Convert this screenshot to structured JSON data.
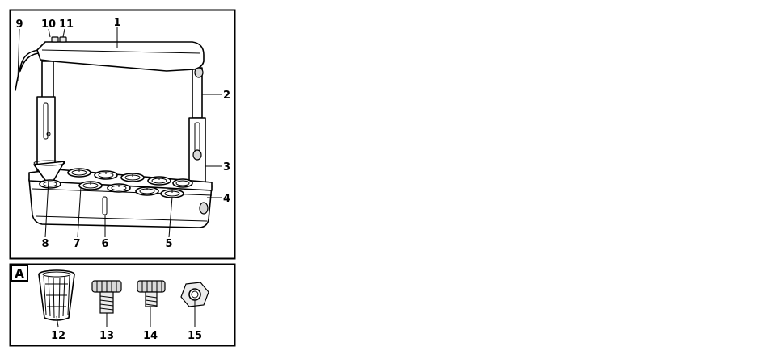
{
  "main_panel": {
    "callouts": [
      {
        "id": "c1",
        "text": "1"
      },
      {
        "id": "c2",
        "text": "2"
      },
      {
        "id": "c3",
        "text": "3"
      },
      {
        "id": "c4",
        "text": "4"
      },
      {
        "id": "c5",
        "text": "5"
      },
      {
        "id": "c6",
        "text": "6"
      },
      {
        "id": "c7",
        "text": "7"
      },
      {
        "id": "c8",
        "text": "8"
      },
      {
        "id": "c9",
        "text": "9"
      },
      {
        "id": "c10",
        "text": "10"
      },
      {
        "id": "c11",
        "text": "11"
      }
    ]
  },
  "accessory_panel": {
    "label": "A",
    "callouts": [
      {
        "id": "c12",
        "text": "12"
      },
      {
        "id": "c13",
        "text": "13"
      },
      {
        "id": "c14",
        "text": "14"
      },
      {
        "id": "c15",
        "text": "15"
      }
    ]
  }
}
